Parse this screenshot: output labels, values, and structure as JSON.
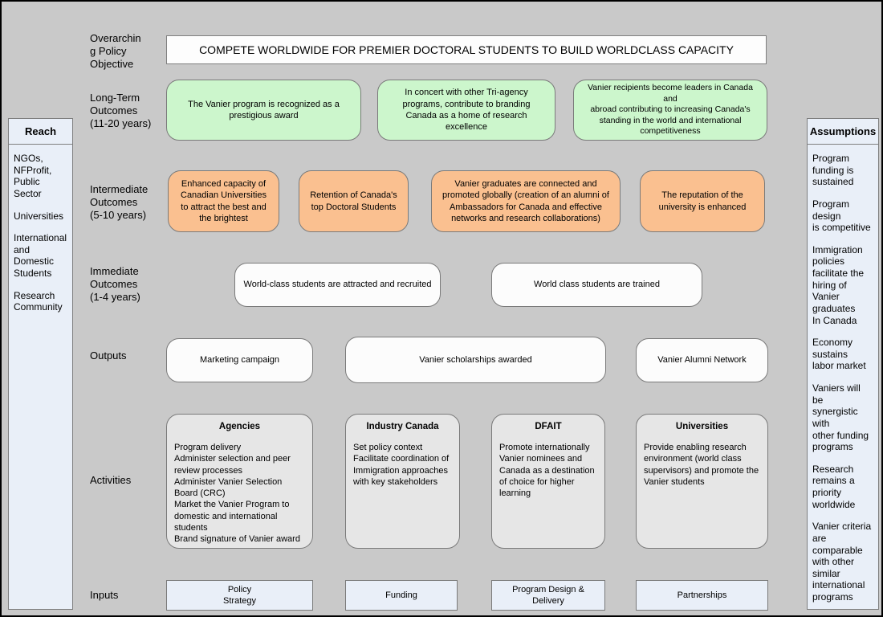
{
  "colors": {
    "background": "#c9c9c9",
    "long_term_fill": "#ccf6cc",
    "intermediate_fill": "#fac090",
    "neutral_fill": "#fcfcfc",
    "activities_fill": "#e6e6e6",
    "panel_fill": "#e9eff8",
    "border": "#7a7a7a"
  },
  "reach_panel": {
    "title": "Reach",
    "items": [
      "NGOs,\nNFProfit,\nPublic Sector",
      "Universities",
      "International\nand Domestic\nStudents",
      "Research\nCommunity"
    ]
  },
  "assumptions_panel": {
    "title": "Assumptions",
    "items": [
      "Program\nfunding is\nsustained",
      "Program design\nis competitive",
      "Immigration\npolicies\nfacilitate the\nhiring of Vanier\ngraduates\nIn Canada",
      "Economy\nsustains\nlabor market",
      "Vaniers will be\nsynergistic with\nother funding\nprograms",
      "Research\nremains a\npriority\nworldwide",
      "Vanier criteria\nare comparable\nwith other\nsimilar\ninternational\nprograms"
    ]
  },
  "rows": {
    "objective": {
      "label": "Overarchin\ng Policy\nObjective",
      "text": "COMPETE WORLDWIDE FOR PREMIER DOCTORAL STUDENTS TO BUILD WORLDCLASS CAPACITY"
    },
    "long_term": {
      "label": "Long-Term\nOutcomes\n(11-20 years)",
      "boxes": [
        "The Vanier program is recognized as a prestigious award",
        "In concert with other Tri-agency programs, contribute to branding Canada as a home of research excellence",
        "Vanier recipients become leaders in Canada and\nabroad contributing to increasing Canada's standing in the world and international competitiveness"
      ]
    },
    "intermediate": {
      "label": "Intermediate\nOutcomes\n(5-10 years)",
      "boxes": [
        "Enhanced capacity of Canadian Universities to attract the best and the brightest",
        "Retention of Canada's top Doctoral Students",
        "Vanier graduates are connected and promoted globally (creation of an alumni of Ambassadors for Canada and effective networks and research collaborations)",
        "The reputation of the university is enhanced"
      ]
    },
    "immediate": {
      "label": "Immediate\nOutcomes\n(1-4 years)",
      "boxes": [
        "World-class students are attracted and recruited",
        "World class students are trained"
      ]
    },
    "outputs": {
      "label": "Outputs",
      "boxes": [
        "Marketing campaign",
        "Vanier scholarships awarded",
        "Vanier Alumni Network"
      ]
    },
    "activities": {
      "label": "Activities",
      "boxes": [
        {
          "title": "Agencies",
          "body": "Program delivery\nAdminister selection and peer review processes\nAdminister Vanier Selection Board (CRC)\nMarket the Vanier Program to domestic and international students\nBrand signature of Vanier award"
        },
        {
          "title": "Industry Canada",
          "body": "Set policy context\nFacilitate coordination of Immigration approaches with key stakeholders"
        },
        {
          "title": "DFAIT",
          "body": "Promote internationally Vanier nominees and Canada as a destination of choice for higher learning"
        },
        {
          "title": "Universities",
          "body": "Provide enabling research environment (world class supervisors) and promote the Vanier students"
        }
      ]
    },
    "inputs": {
      "label": "Inputs",
      "boxes": [
        "Policy\nStrategy",
        "Funding",
        "Program Design &\nDelivery",
        "Partnerships"
      ]
    }
  }
}
